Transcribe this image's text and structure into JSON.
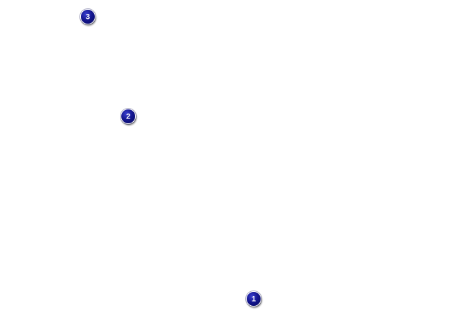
{
  "markers": {
    "first": {
      "label": "1"
    },
    "second": {
      "label": "2"
    },
    "third": {
      "label": "3"
    }
  },
  "colors": {
    "background": "#ffffff",
    "marker_fill": "#14168f",
    "marker_text": "#ffffff"
  },
  "icons": {
    "marker": "numbered-circle-badge"
  }
}
